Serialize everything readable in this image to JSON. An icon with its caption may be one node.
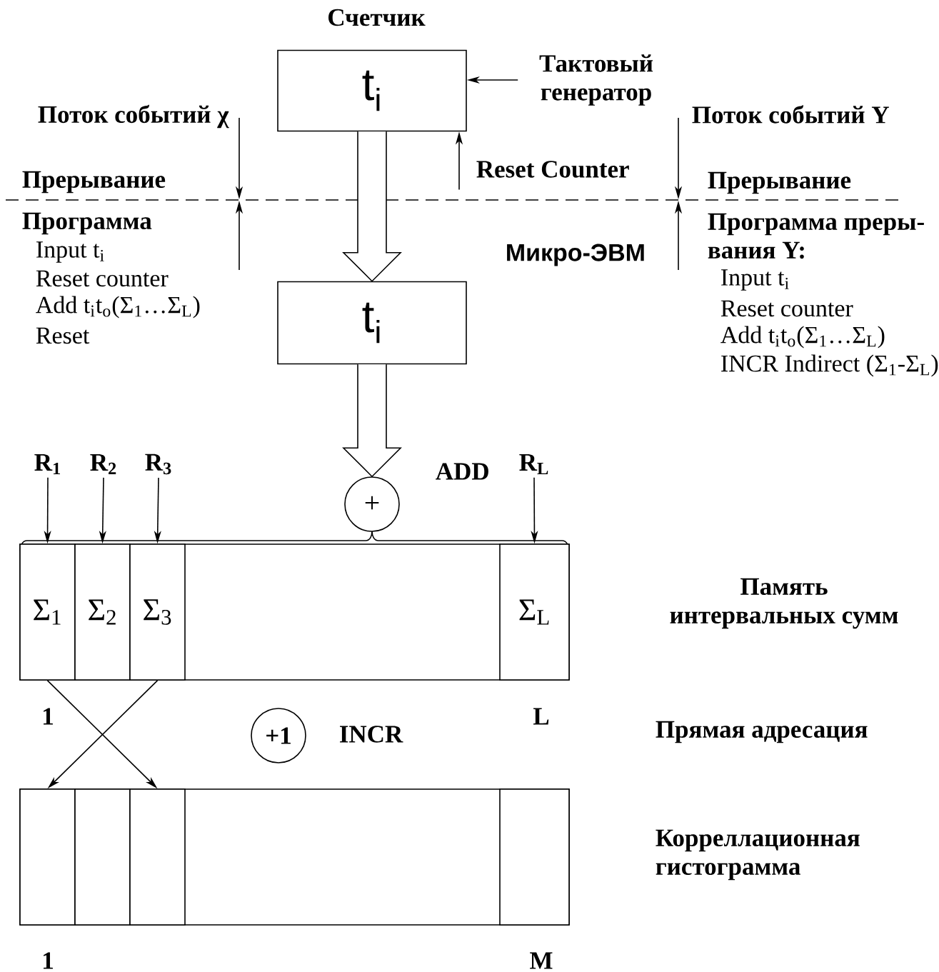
{
  "diagram": {
    "nodes": [
      {
        "text": [
          "Счетчик",
          "t$_{i}$"
        ]
      },
      {
        "text": [
          "Тактовый генератор"
        ]
      },
      {
        "text": [
          "Reset Counter"
        ]
      },
      {
        "text": [
          "t$_{i}$"
        ]
      },
      {
        "text": [
          "+"
        ],
        "beside": [
          "ADD"
        ]
      },
      {
        "text": [],
        "shape": "box"
      },
      {
        "text": [
          "Σ$_{1}$"
        ],
        "in": 5
      },
      {
        "text": [
          "Σ$_{2}$"
        ],
        "in": 5
      },
      {
        "text": [
          "Σ$_{3}$"
        ],
        "in": 5
      },
      {
        "text": [
          "Σ$_{L}$"
        ],
        "in": 5
      },
      {
        "text": [
          "R$_{1}$"
        ]
      },
      {
        "text": [
          "R$_{2}$"
        ]
      },
      {
        "text": [
          "R$_{3}$"
        ]
      },
      {
        "text": [
          "R$_{L}$"
        ]
      },
      {
        "text": [],
        "shape": "box"
      },
      {
        "text": [],
        "shape": "box",
        "in": 14
      },
      {
        "text": [],
        "shape": "box",
        "in": 14
      },
      {
        "text": [],
        "shape": "box",
        "in": 14
      },
      {
        "text": [],
        "shape": "box",
        "in": 14
      },
      {
        "text": [
          "+1"
        ],
        "beside": [
          "INCR"
        ]
      }
    ],
    "edges": [
      {
        "from": 1,
        "to": 0,
        "arrow": "to"
      },
      {
        "from": 2,
        "to": 0,
        "arrow": "to"
      },
      {
        "from": 0,
        "to": 3,
        "arrow": "to",
        "style": "thick"
      },
      {
        "from": 3,
        "to": 4,
        "arrow": "to",
        "style": "thick"
      },
      {
        "from": 10,
        "to": 6,
        "arrow": "to"
      },
      {
        "from": 11,
        "to": 7,
        "arrow": "to"
      },
      {
        "from": 12,
        "to": 8,
        "arrow": "to"
      },
      {
        "from": 13,
        "to": 9,
        "arrow": "to"
      },
      {
        "from": 6,
        "to": 17,
        "arrow": "to"
      },
      {
        "from": 8,
        "to": 15,
        "arrow": "to"
      }
    ],
    "labels": [
      "Поток событий χ",
      "Прерывание",
      "Программа",
      "Input t$_{i}$",
      "Reset counter",
      "Add t$_{i}$t$_{o}$(Σ$_{1}$…Σ$_{L}$)",
      "Reset",
      "Поток событий Y",
      "Прерывание",
      "Программа преры- вания Y:",
      "Input t$_{i}$",
      "Reset counter",
      "Add t$_{i}$t$_{o}$(Σ$_{1}$…Σ$_{L}$)",
      "INCR Indirect (Σ$_{1}$-Σ$_{L}$)",
      "Микро-ЭВМ",
      "Память интервальных сумм",
      "1",
      "L",
      "Прямая адресация",
      "Корреллационная гистограмма",
      "1",
      "M"
    ]
  }
}
